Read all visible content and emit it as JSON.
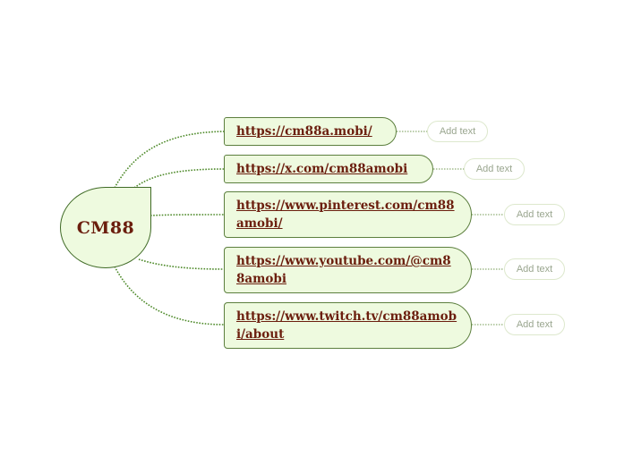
{
  "root": {
    "label": "CM88"
  },
  "branches": [
    {
      "label": "https://cm88a.mobi/",
      "note": "Add text"
    },
    {
      "label": "https://x.com/cm88amobi",
      "note": "Add text"
    },
    {
      "label": "https://www.pinterest.com/cm88amobi/",
      "note": "Add text"
    },
    {
      "label": "https://www.youtube.com/@cm88amobi",
      "note": "Add text"
    },
    {
      "label": "https://www.twitch.tv/cm88amobi/about",
      "note": "Add text"
    }
  ],
  "colors": {
    "node_fill": "#eefadf",
    "node_border": "#3f6a25",
    "connector": "#4e8a2a",
    "text": "#6b1e0e",
    "add_text": "#9aa68f"
  }
}
